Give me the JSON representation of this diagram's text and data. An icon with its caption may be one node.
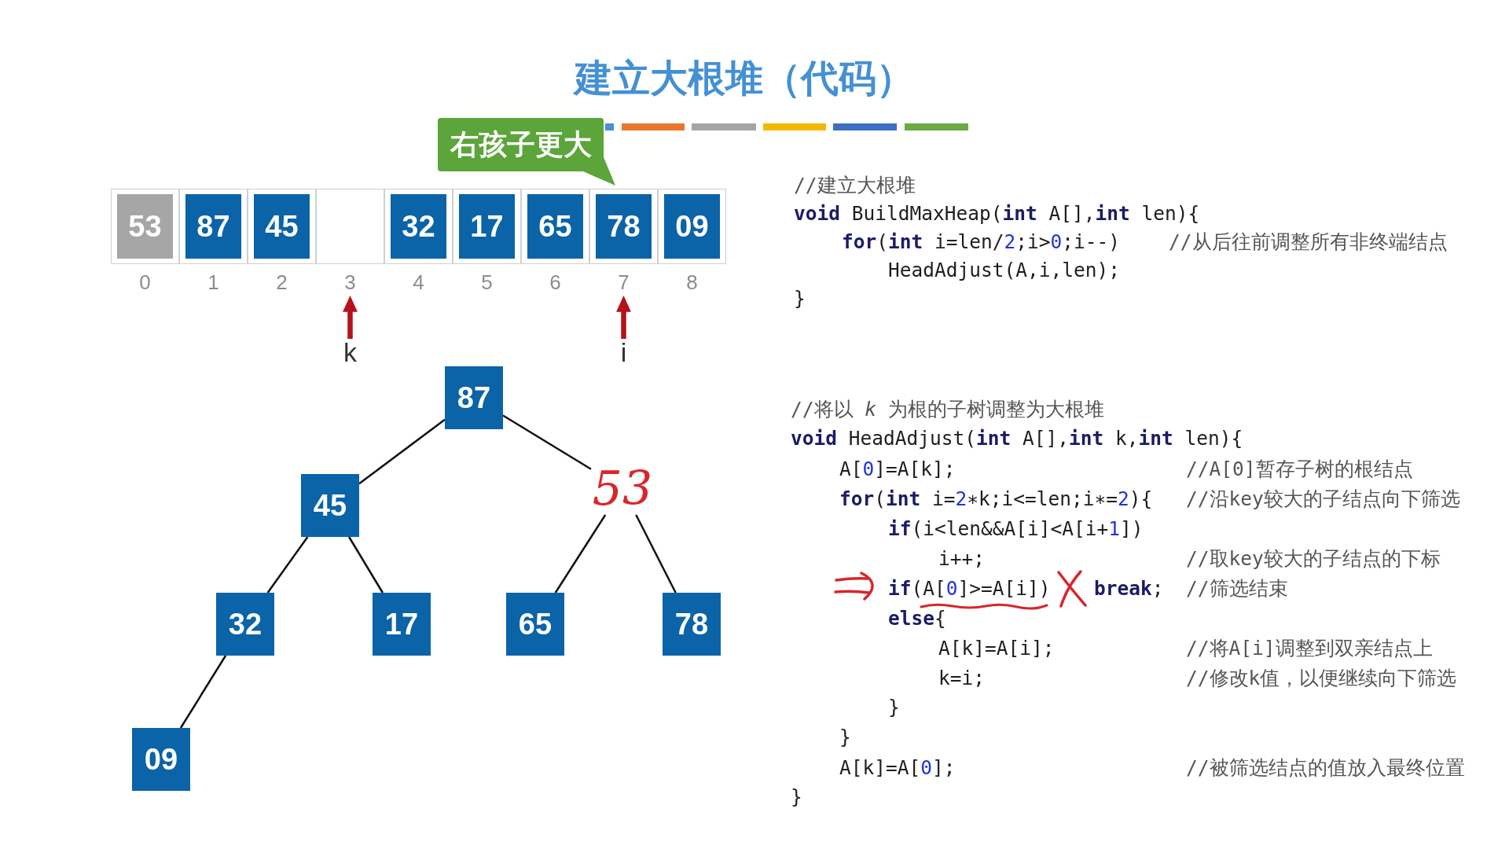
{
  "diagram": {
    "title": "建立大根堆（代码）",
    "nodes": [
      {
        "text": [
          "右孩子更大"
        ]
      },
      {
        "text": [
          "53"
        ],
        "beside": [
          "0"
        ]
      },
      {
        "text": [
          "87"
        ],
        "beside": [
          "1"
        ]
      },
      {
        "text": [
          "45"
        ],
        "beside": [
          "2"
        ]
      },
      {
        "text": [],
        "shape": "box",
        "beside": [
          "3"
        ]
      },
      {
        "text": [
          "32"
        ],
        "beside": [
          "4"
        ]
      },
      {
        "text": [
          "17"
        ],
        "beside": [
          "5"
        ]
      },
      {
        "text": [
          "65"
        ],
        "beside": [
          "6"
        ]
      },
      {
        "text": [
          "78"
        ],
        "beside": [
          "7"
        ]
      },
      {
        "text": [
          "09"
        ],
        "beside": [
          "8"
        ]
      },
      {
        "text": [
          "k"
        ]
      },
      {
        "text": [
          "i"
        ]
      },
      {
        "text": [
          "87"
        ]
      },
      {
        "text": [
          "45"
        ]
      },
      {
        "text": [
          "53"
        ]
      },
      {
        "text": [
          "32"
        ]
      },
      {
        "text": [
          "17"
        ]
      },
      {
        "text": [
          "65"
        ]
      },
      {
        "text": [
          "78"
        ]
      },
      {
        "text": [
          "09"
        ]
      }
    ],
    "edges": [
      {
        "from": 10,
        "to": 4,
        "arrow": "to",
        "style": "thick",
        "color": "#b5121b"
      },
      {
        "from": 11,
        "to": 8,
        "arrow": "to",
        "style": "thick",
        "color": "#b5121b"
      },
      {
        "from": 12,
        "to": 13,
        "arrow": "none"
      },
      {
        "from": 12,
        "to": 14,
        "arrow": "none"
      },
      {
        "from": 13,
        "to": 15,
        "arrow": "none"
      },
      {
        "from": 13,
        "to": 16,
        "arrow": "none"
      },
      {
        "from": 14,
        "to": 17,
        "arrow": "none"
      },
      {
        "from": 14,
        "to": 18,
        "arrow": "none"
      },
      {
        "from": 15,
        "to": 19,
        "arrow": "none"
      }
    ],
    "labels": [
      "//建立大根堆",
      "**void** BuildMaxHeap(**int** A[],**int** len){",
      "**for**(**int** i=len/2;i>0;i--)",
      "//从后往前调整所有非终端结点",
      "HeadAdjust(A,i,len);",
      "}",
      "//将以 *k* 为根的子树调整为大根堆",
      "**void** HeadAdjust(**int** A[],**int** k,**int** len){",
      "A[0]=A[k];",
      "//A[0]暂存子树的根结点",
      "**for**(**int** i=2∗k;i<=len;i∗=2){",
      "//沿key较大的子结点向下筛选",
      "**if**(i<len&&A[i]<A[i+1])",
      "i++;",
      "//取key较大的子结点的下标",
      "**if**(A[0]>=A[i])",
      "**break**;",
      "//筛选结束",
      "**else**{",
      "A[k]=A[i];",
      "//将A[i]调整到双亲结点上",
      "k=i;",
      "//修改k值，以便继续向下筛选",
      "}",
      "}",
      "A[k]=A[0];",
      "//被筛选结点的值放入最终位置",
      "}"
    ]
  }
}
